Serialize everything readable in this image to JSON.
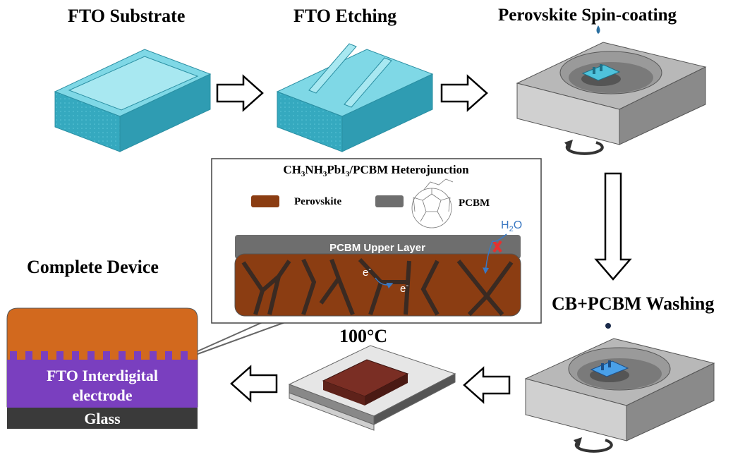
{
  "steps": {
    "fto_substrate": "FTO Substrate",
    "fto_etching": "FTO Etching",
    "perovskite_spin": "Perovskite Spin-coating",
    "cb_pcbm_washing": "CB+PCBM Washing",
    "anneal_temp": "100°C",
    "complete_device": "Complete Device"
  },
  "inset": {
    "title_parts": [
      "CH",
      "3",
      "NH",
      "3",
      "PbI",
      "3",
      "/PCBM Heterojunction"
    ],
    "legend_perovskite": "Perovskite",
    "legend_pcbm": "PCBM",
    "upper_layer": "PCBM Upper Layer",
    "water": "H",
    "water_sub": "2",
    "water_tail": "O",
    "electron": "e",
    "electron_sup": "-"
  },
  "device": {
    "fto_line1": "FTO Interdigital",
    "fto_line2": "electrode",
    "glass": "Glass"
  },
  "colors": {
    "substrate_top": "#7fd8e6",
    "substrate_side": "#3fb3c9",
    "perovskite": "#8b3d12",
    "pcbm": "#6e6e6e",
    "orange_layer": "#d2691e",
    "fto_purple": "#7a3fbf",
    "glass": "#3a3a3a",
    "spin_grey": "#9a9a9a",
    "annealed_film": "#7a2e24"
  }
}
